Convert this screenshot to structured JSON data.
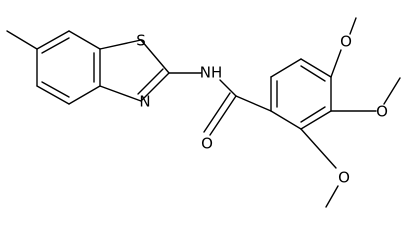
{
  "structure": {
    "atoms": {
      "sulfur": "S",
      "thiazole_nitrogen": "N",
      "amide_nh": "NH",
      "carbonyl_oxygen": "O",
      "methoxy_oxygen_top": "O",
      "methoxy_oxygen_middle": "O",
      "methoxy_oxygen_bottom": "O"
    }
  }
}
